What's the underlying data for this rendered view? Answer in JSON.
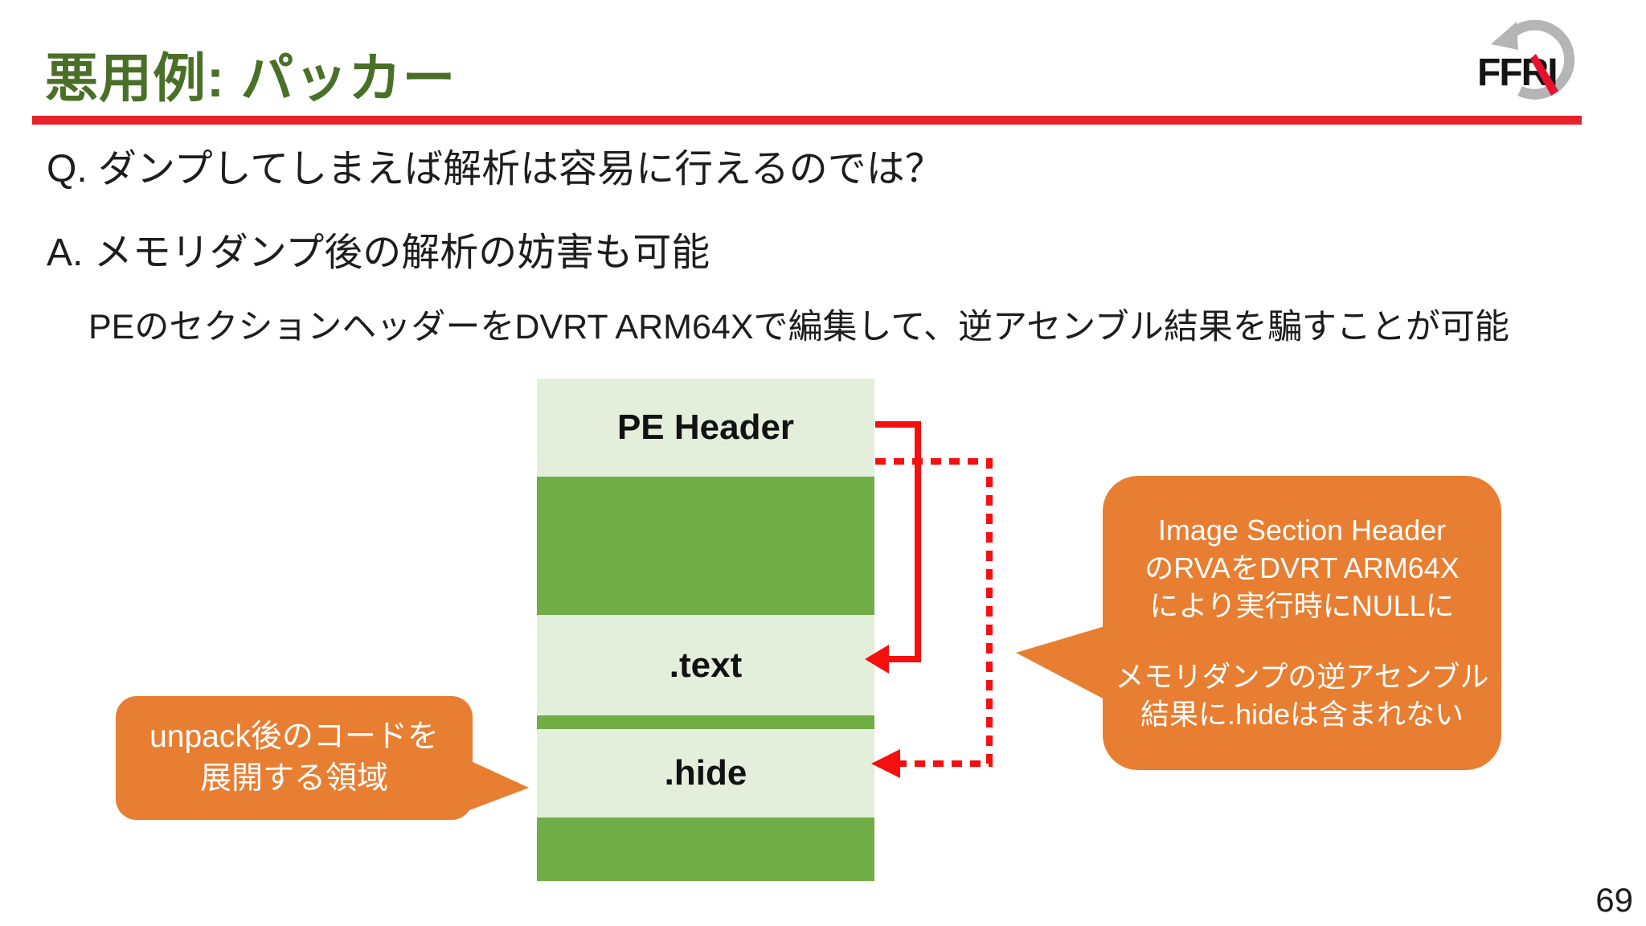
{
  "slide": {
    "title": "悪用例: パッカー",
    "page_number": "69",
    "logo": {
      "text": "FFRI"
    },
    "qa": {
      "question": "Q. ダンプしてしまえば解析は容易に行えるのでは？",
      "answer": "A. メモリダンプ後の解析の妨害も可能",
      "detail": "PEのセクションヘッダーをDVRT ARM64Xで編集して、逆アセンブル結果を騙すことが可能"
    }
  },
  "diagram": {
    "sections": [
      {
        "label": "PE Header",
        "fill": "light-green"
      },
      {
        "label": "",
        "fill": "green"
      },
      {
        "label": ".text",
        "fill": "light-green"
      },
      {
        "label": "",
        "fill": "green"
      },
      {
        "label": ".hide",
        "fill": "light-green"
      },
      {
        "label": "",
        "fill": "green"
      }
    ],
    "callouts": {
      "left": {
        "lines": [
          "unpack後のコードを",
          "展開する領域"
        ]
      },
      "right": {
        "paragraph1": [
          "Image Section Header",
          "のRVAをDVRT ARM64X",
          "により実行時にNULLに"
        ],
        "paragraph2": [
          "メモリダンプの逆アセンブル",
          "結果に.hideは含まれない"
        ]
      }
    },
    "colors": {
      "section_green": "#70AD47",
      "section_light_green": "#E3EFDA",
      "callout_orange": "#E87E31",
      "arrow_red": "#F50F0F",
      "divider_red": "#E8202A",
      "title_green": "#4A7028",
      "logo_gray": "#B5B5B5",
      "logo_needle_red": "#E8112D"
    }
  }
}
